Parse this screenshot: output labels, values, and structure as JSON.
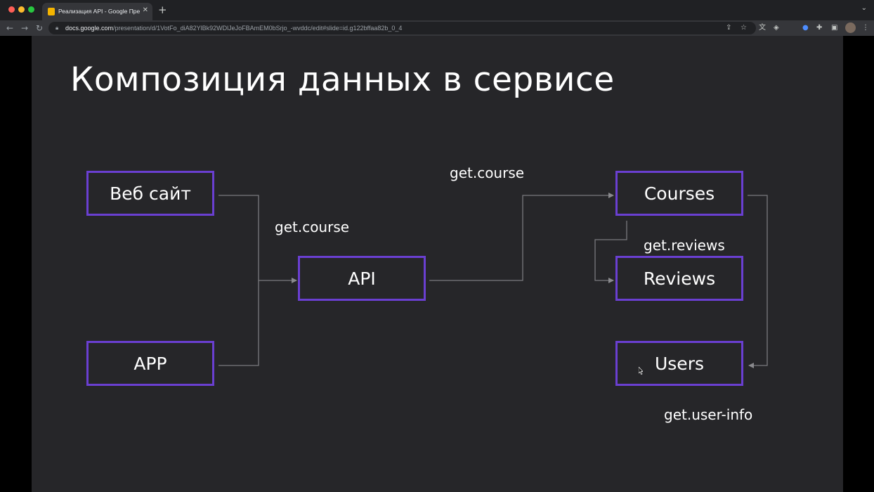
{
  "window": {
    "controls": {
      "close_color": "#ff5f57",
      "minimize_color": "#febc2e",
      "maximize_color": "#28c840"
    },
    "tab": {
      "title": "Реализация API - Google Пре",
      "favicon_color": "#f4b400",
      "close_glyph": "✕"
    },
    "new_tab_glyph": "+",
    "tab_menu_glyph": "⌄"
  },
  "toolbar": {
    "url_host": "docs.google.com",
    "url_path": "/presentation/d/1VotFo_diA82YlBk92WDlJeJoFBAmEM0bSrjo_-wvddc/edit#slide=id.g122bffaa82b_0_4",
    "icons": [
      "back-icon",
      "forward-icon",
      "reload-icon",
      "lock-icon",
      "share-icon",
      "star-icon",
      "translate-icon",
      "extension-icon",
      "puzzle-icon",
      "sidepanel-icon",
      "profile-avatar",
      "more-icon"
    ]
  },
  "slide": {
    "title": "Композиция данных в сервисе",
    "accent_color": "#6a3fd1",
    "boxes": {
      "website": "Веб сайт",
      "app": "APP",
      "api": "API",
      "courses": "Courses",
      "reviews": "Reviews",
      "users": "Users"
    },
    "labels": {
      "get_course_left": "get.course",
      "get_course_top": "get.course",
      "get_reviews": "get.reviews",
      "get_user_info": "get.user-info"
    }
  }
}
